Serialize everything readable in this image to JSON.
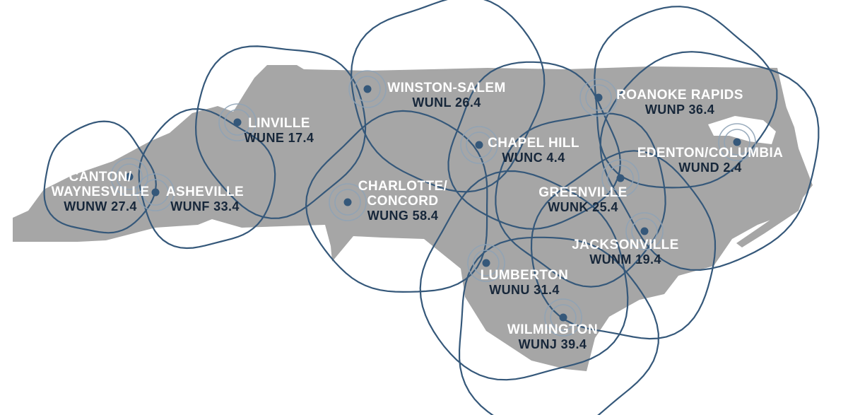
{
  "map": {
    "state_fill": "#a6a6a6",
    "coverage_color": "#35587a",
    "marker_color": "#35587a",
    "label_color": "#ffffff",
    "callsign_color": "#17273a",
    "stations": [
      {
        "city": "CANTON/\nWAYNESVILLE",
        "callsign": "WUNW 27.4"
      },
      {
        "city": "ASHEVILLE",
        "callsign": "WUNF 33.4"
      },
      {
        "city": "LINVILLE",
        "callsign": "WUNE 17.4"
      },
      {
        "city": "WINSTON-SALEM",
        "callsign": "WUNL 26.4"
      },
      {
        "city": "CHARLOTTE/\nCONCORD",
        "callsign": "WUNG 58.4"
      },
      {
        "city": "CHAPEL HILL",
        "callsign": "WUNC 4.4"
      },
      {
        "city": "ROANOKE RAPIDS",
        "callsign": "WUNP 36.4"
      },
      {
        "city": "EDENTON/COLUMBIA",
        "callsign": "WUND 2.4"
      },
      {
        "city": "GREENVILLE",
        "callsign": "WUNK 25.4"
      },
      {
        "city": "JACKSONVILLE",
        "callsign": "WUNM 19.4"
      },
      {
        "city": "LUMBERTON",
        "callsign": "WUNU 31.4"
      },
      {
        "city": "WILMINGTON",
        "callsign": "WUNJ 39.4"
      }
    ]
  }
}
